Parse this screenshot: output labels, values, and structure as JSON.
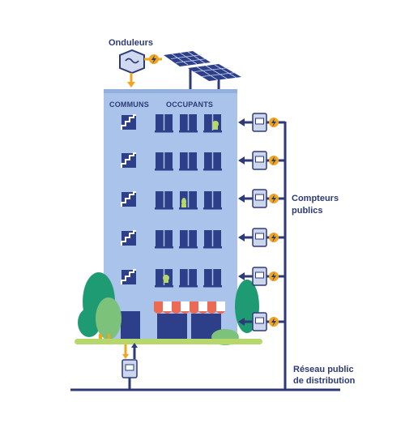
{
  "labels": {
    "inverters": "Onduleurs",
    "common_areas": "COMMUNS",
    "occupants": "OCCUPANTS",
    "public_meters_line1": "Compteurs",
    "public_meters_line2": "publics",
    "grid_line1": "Réseau public",
    "grid_line2": "de distribution"
  },
  "colors": {
    "building": "#a9c3ea",
    "building_shadow": "#93b0dd",
    "window": "#2e3f8a",
    "wire": "#2e3a78",
    "energy": "#f1a51c",
    "meter": "#ccd7ee",
    "tree_dark": "#1f9b73",
    "tree_light": "#7cc27a",
    "ground": "#b6d86a",
    "awning_red": "#ec6a55"
  },
  "icons": [
    "inverter-icon",
    "solar-panel-icon",
    "lightning-icon",
    "electric-meter-icon",
    "plant-icon",
    "awning-icon",
    "tree-icon"
  ],
  "floors": 6,
  "public_meter_count": 6
}
